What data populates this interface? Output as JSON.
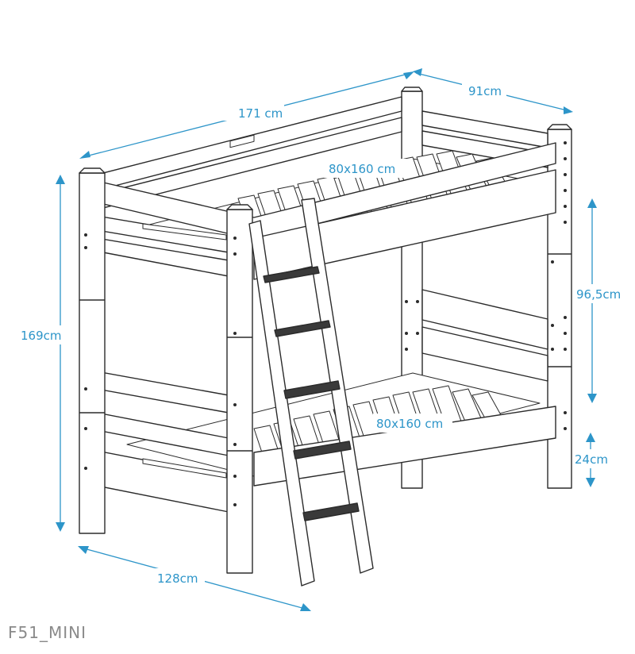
{
  "diagram": {
    "dimensions": {
      "total_length": "171 cm",
      "total_width": "91cm",
      "total_height": "169cm",
      "upper_mattress": "80x160 cm",
      "bunk_spacing": "96,5cm",
      "lower_mattress": "80x160 cm",
      "lower_clearance": "24cm",
      "inner_length": "128cm"
    },
    "model": "F51_MINI"
  },
  "colors": {
    "dimension": "#2d95c9",
    "outline": "#2b2b2b",
    "model_text": "#8a8a8a"
  }
}
